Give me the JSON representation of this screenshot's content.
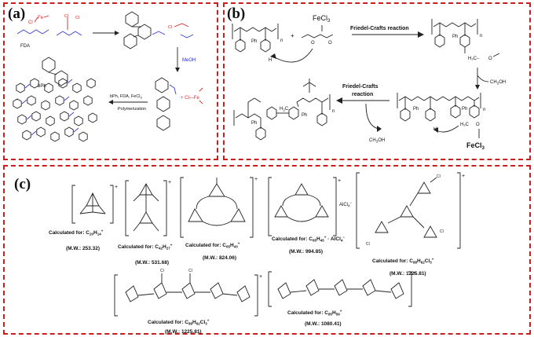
{
  "panels": {
    "a": {
      "letter": "(a)",
      "labels": {
        "fda": "FDA",
        "bph": "bPh",
        "meoh": "MeOH",
        "fecl_cl": "Cl",
        "fecl_fe": "Fe",
        "cl1": "Cl",
        "cl2": "Cl",
        "minus_cl": "Cl",
        "arrow_reagents": "bPh, FDA, FeCl",
        "arrow_reagents_sub": "3",
        "polymerization": "Polymerization"
      }
    },
    "b": {
      "letter": "(b)",
      "labels": {
        "fecl3_top": "FeCl",
        "fecl3_top_sub": "3",
        "fc_reaction_top": "Friedel-Crafts reaction",
        "fc_reaction_mid_line1": "Friedel-Crafts",
        "fc_reaction_mid_line2": "reaction",
        "ch3oh_right": "CH",
        "ch3oh_right_sub": "3",
        "ch3oh_right_tail": "OH",
        "ch3oh_bottom": "CH",
        "ch3oh_bottom_sub": "3",
        "ch3oh_bottom_tail": "OH",
        "fecl3_bottom": "FeCl",
        "fecl3_bottom_sub": "3",
        "ph": "Ph",
        "n": "n",
        "h": "H",
        "h2c": "H",
        "h2c_sub": "2",
        "h2c_tail": "C",
        "o": "O"
      }
    },
    "c": {
      "letter": "(c)",
      "alcl4": "AlCl",
      "alcl4_sub": "4",
      "alcl4_sup": "−",
      "compounds": [
        {
          "calc": "Calculated for: C",
          "formula_sub": "20",
          "mid": "H",
          "mid_sub": "14",
          "sup": "+",
          "mw": "(M.W.: 253.32)"
        },
        {
          "calc": "Calculated for: C",
          "formula_sub": "42",
          "mid": "H",
          "mid_sub": "27",
          "sup": "+",
          "mw": "(M.W.: 531.68)"
        },
        {
          "calc": "Calculated for: C",
          "formula_sub": "65",
          "mid": "H",
          "mid_sub": "43",
          "sup": "+",
          "mw": "(M.W.: 824.06)"
        },
        {
          "calc": "Calculated for: C",
          "formula_sub": "65",
          "mid": "H",
          "mid_sub": "45",
          "sup": "+",
          "extra": "· AlCl",
          "extra_sub": "4",
          "extra_sup": "−",
          "mw": "(M.W.: 994.85)"
        },
        {
          "calc": "Calculated for: C",
          "formula_sub": "88",
          "mid": "H",
          "mid_sub": "62",
          "tail": "Cl",
          "tail_sub": "3",
          "sup": "+",
          "mw": "(M.W.: 1225.81)"
        },
        {
          "calc": "Calculated for: C",
          "formula_sub": "88",
          "mid": "H",
          "mid_sub": "62",
          "tail": "Cl",
          "tail_sub": "3",
          "sup": "+",
          "mw": "(M.W.: 1225.81)"
        },
        {
          "calc": "Calculated for: C",
          "formula_sub": "85",
          "mid": "H",
          "mid_sub": "59",
          "sup": "+",
          "mw": "(M.W.: 1080.41)"
        }
      ]
    }
  }
}
